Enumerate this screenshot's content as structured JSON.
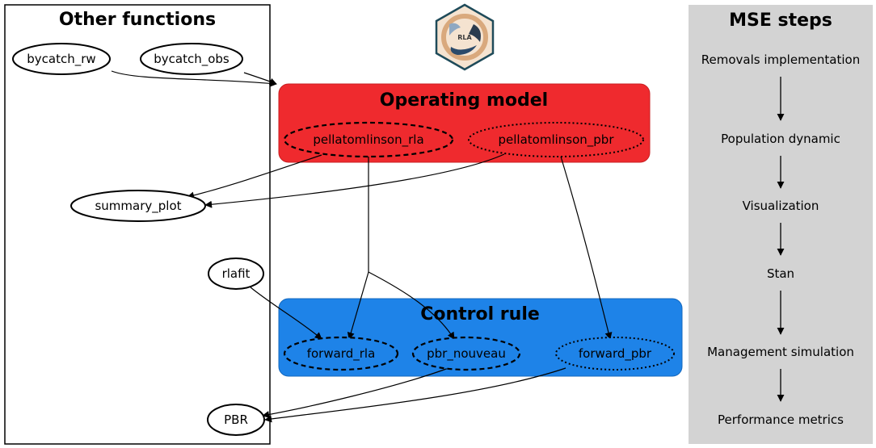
{
  "panels": {
    "other_functions": {
      "title": "Other functions"
    },
    "mse_steps": {
      "title": "MSE steps",
      "steps": [
        "Removals implementation",
        "Population dynamic",
        "Visualization",
        "Stan",
        "Management simulation",
        "Performance metrics"
      ]
    }
  },
  "groups": {
    "operating_model": {
      "title": "Operating model",
      "color": "#ef2a2e"
    },
    "control_rule": {
      "title": "Control rule",
      "color": "#1e83e8"
    }
  },
  "logo": {
    "text": "RLA"
  },
  "nodes": {
    "bycatch_rw": "bycatch_rw",
    "bycatch_obs": "bycatch_obs",
    "summary_plot": "summary_plot",
    "rlafit": "rlafit",
    "pbr": "PBR",
    "pellatomlinson_rla": "pellatomlinson_rla",
    "pellatomlinson_pbr": "pellatomlinson_pbr",
    "forward_rla": "forward_rla",
    "pbr_nouveau": "pbr_nouveau",
    "forward_pbr": "forward_pbr"
  },
  "styles": {
    "mse_panel_color": "#d3d3d3"
  }
}
